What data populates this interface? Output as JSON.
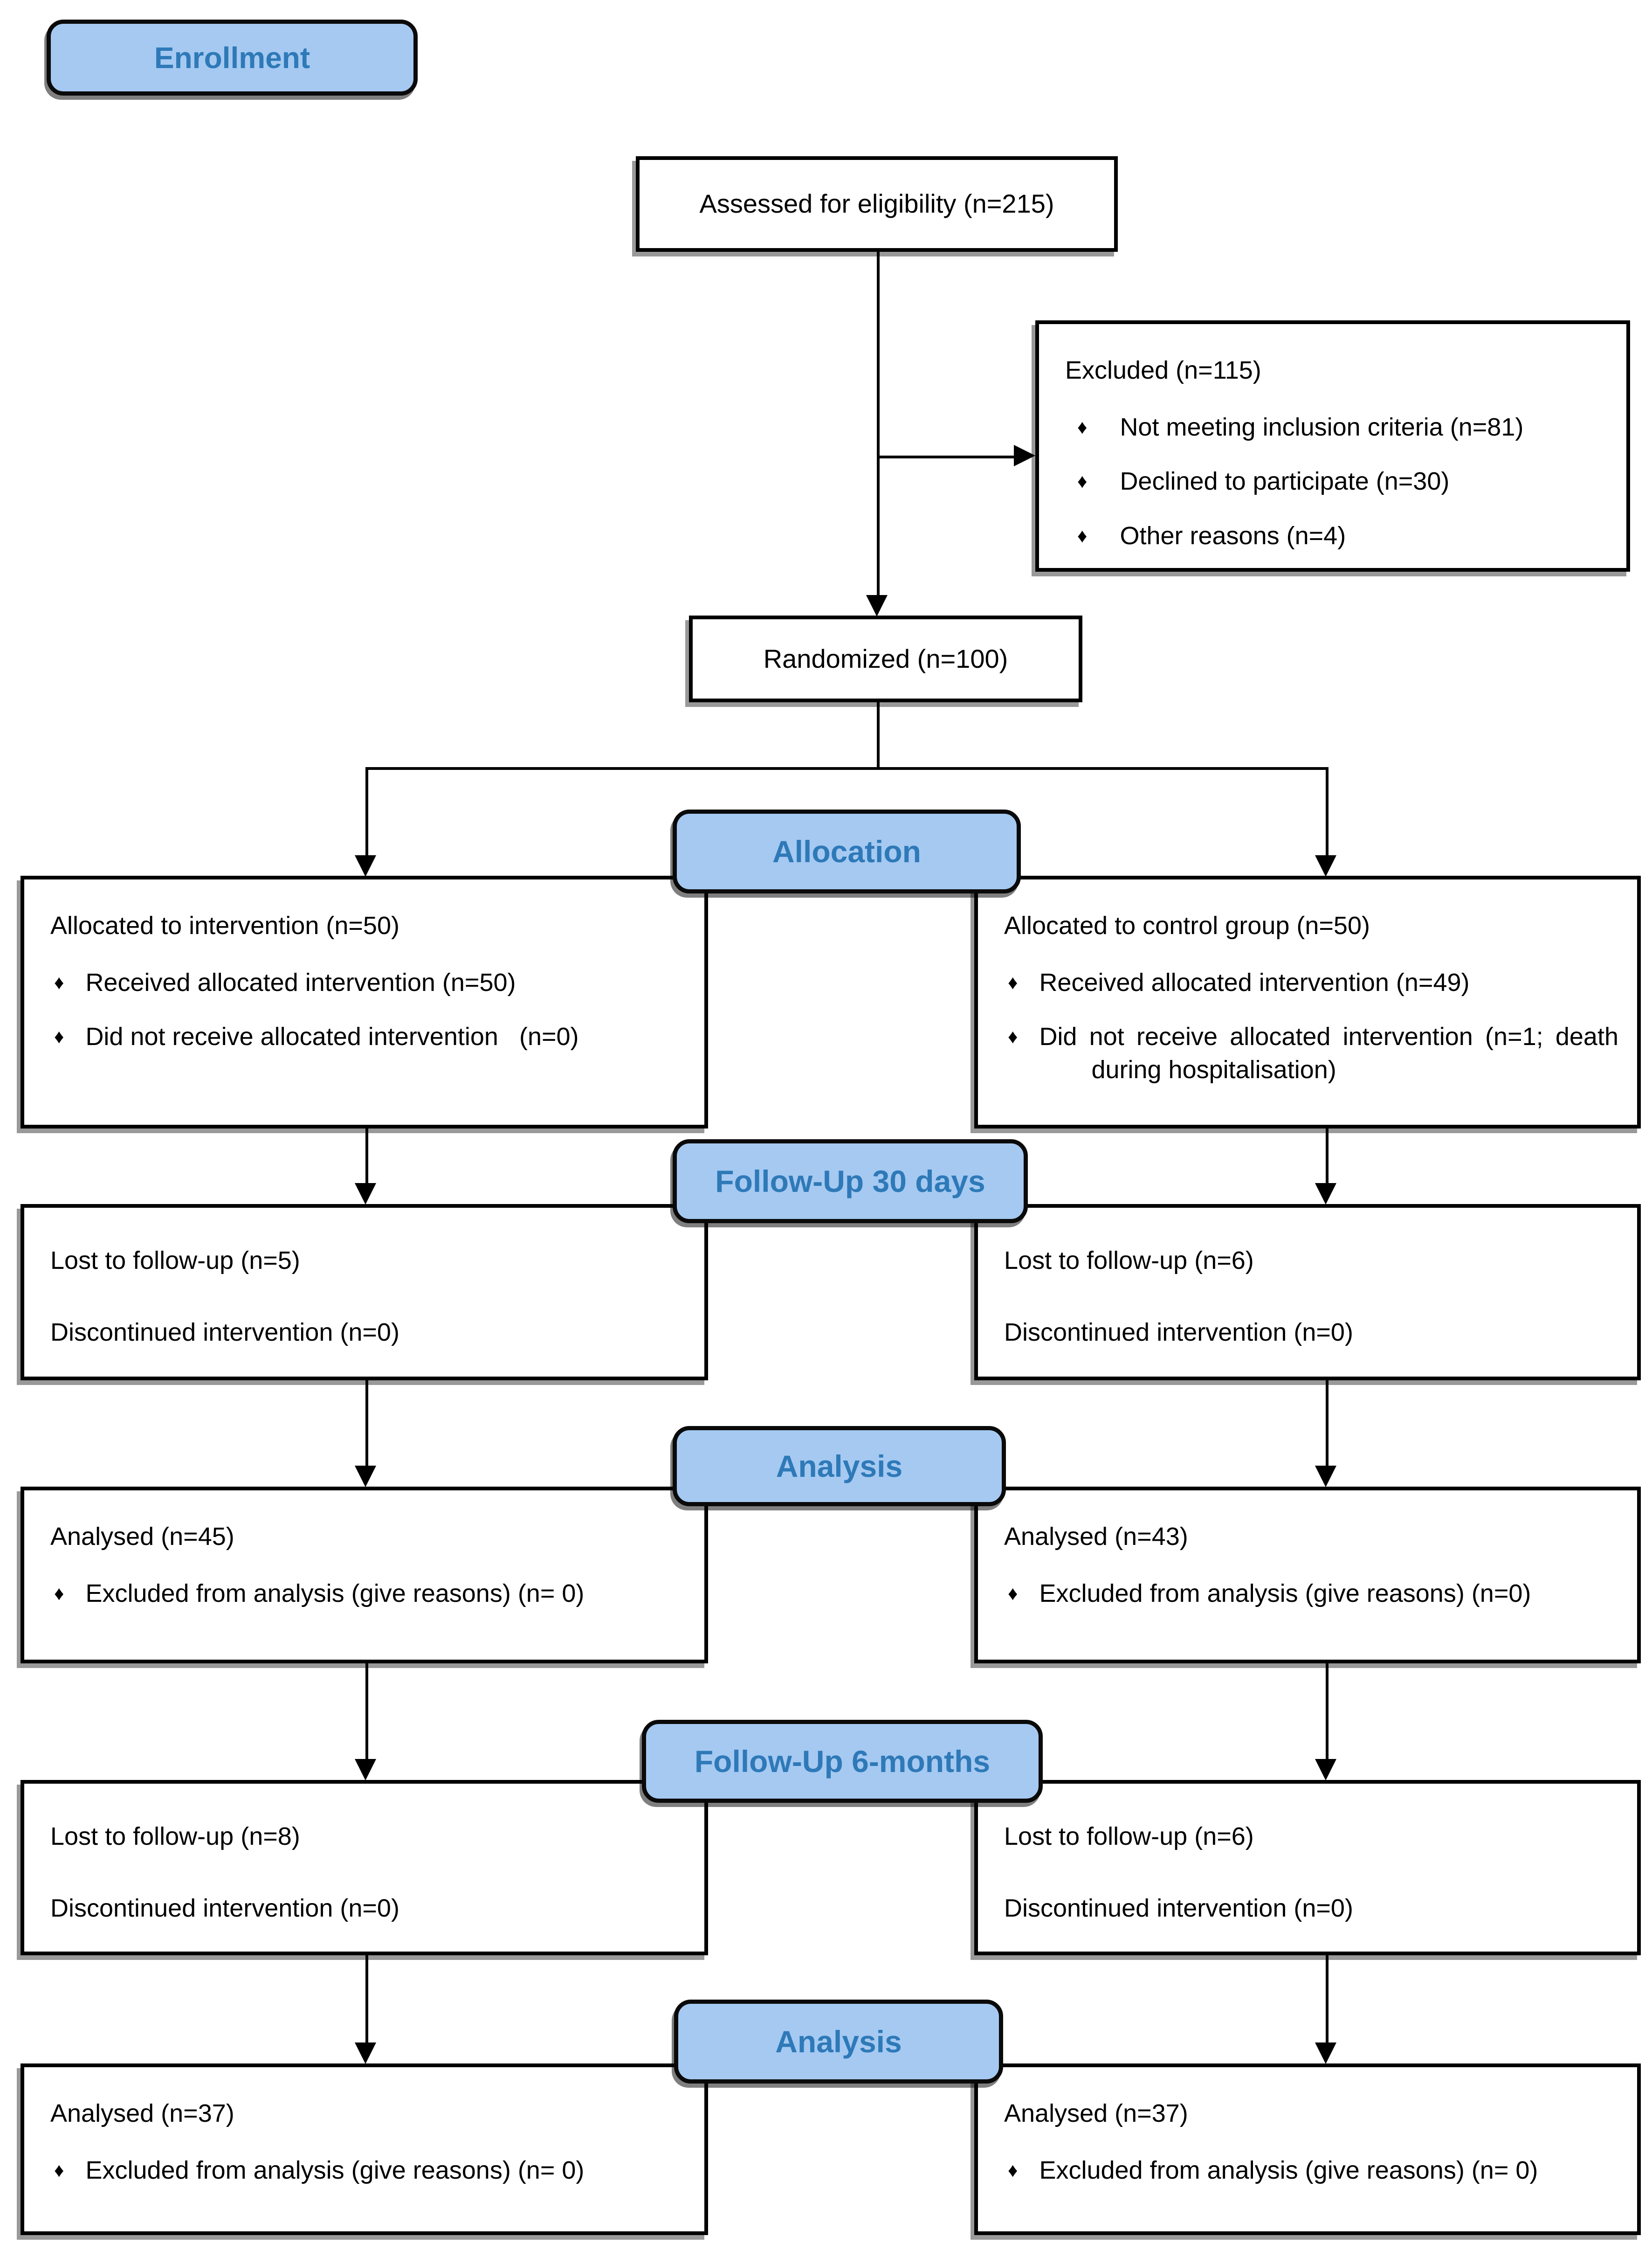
{
  "stages": {
    "enrollment": "Enrollment",
    "allocation": "Allocation",
    "followup_30": "Follow-Up 30 days",
    "analysis_30": "Analysis",
    "followup_6": "Follow-Up 6-months",
    "analysis_6": "Analysis"
  },
  "bullet_glyph": "♦",
  "colors": {
    "stage_fill": "#A5C9F1",
    "stage_text": "#2E79B8",
    "box_fill": "#FFFFFF",
    "box_border": "#000000"
  },
  "boxes": {
    "assessed": {
      "text": "Assessed for eligibility (n=215)"
    },
    "excluded": {
      "title": "Excluded (n=115)",
      "items": [
        "Not meeting inclusion criteria (n=81)",
        "Declined to participate (n=30)",
        "Other reasons (n=4)"
      ]
    },
    "randomized": {
      "text": "Randomized (n=100)"
    },
    "allocated_intervention": {
      "title": "Allocated to intervention (n=50)",
      "items": [
        "Received allocated intervention (n=50)",
        "Did not receive allocated intervention   (n=0)"
      ]
    },
    "allocated_control": {
      "title": "Allocated to control group (n=50)",
      "items": [
        "Received allocated intervention (n=49)",
        "Did not receive allocated intervention (n=1; death during hospitalisation)"
      ]
    },
    "lost30_intervention": {
      "lines": [
        "Lost to follow-up (n=5)",
        "Discontinued intervention (n=0)"
      ]
    },
    "lost30_control": {
      "lines": [
        "Lost to follow-up (n=6)",
        "Discontinued intervention (n=0)"
      ]
    },
    "analysed30_intervention": {
      "title": "Analysed (n=45)",
      "items": [
        "Excluded from analysis (give reasons) (n= 0)"
      ]
    },
    "analysed30_control": {
      "title": "Analysed (n=43)",
      "items": [
        "Excluded from analysis (give reasons) (n=0)"
      ]
    },
    "lost6_intervention": {
      "lines": [
        "Lost to follow-up (n=8)",
        "Discontinued intervention (n=0)"
      ]
    },
    "lost6_control": {
      "lines": [
        "Lost to follow-up (n=6)",
        "Discontinued intervention (n=0)"
      ]
    },
    "analysed6_intervention": {
      "title": "Analysed (n=37)",
      "items": [
        "Excluded from analysis (give reasons) (n= 0)"
      ]
    },
    "analysed6_control": {
      "title": "Analysed (n=37)",
      "items": [
        "Excluded from analysis (give reasons) (n= 0)"
      ]
    }
  }
}
